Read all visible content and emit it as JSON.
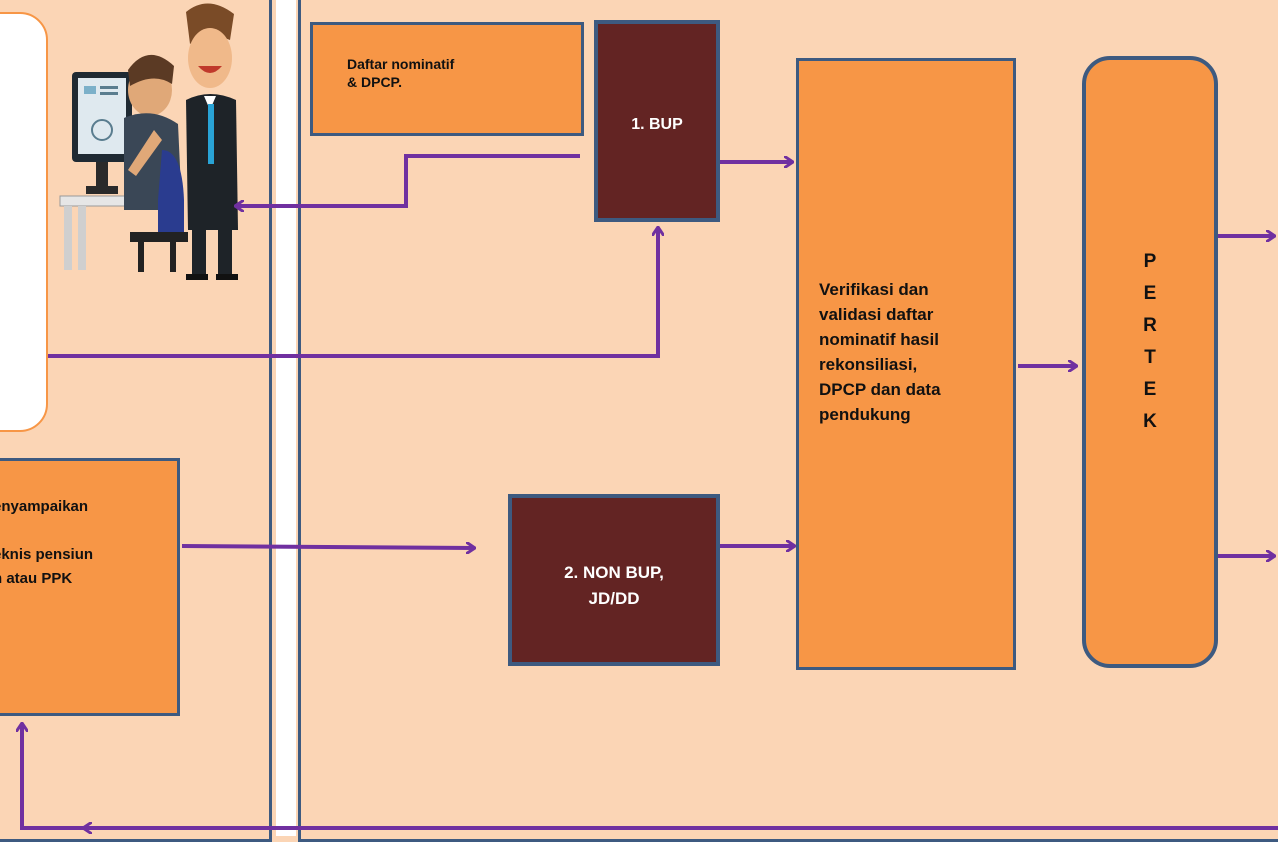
{
  "diagram": {
    "left_note_lines": [
      "enyampaikan",
      "",
      "eknis pensiun",
      "h atau PPK"
    ],
    "daftar_lines": [
      "Daftar nominatif",
      "& DPCP."
    ],
    "bup_label": "1. BUP",
    "nonbup_lines": [
      "2. NON BUP,",
      "JD/DD"
    ],
    "verif_lines": [
      "Verifikasi dan",
      "validasi daftar",
      "nominatif hasil",
      "rekonsiliasi,",
      "DPCP dan data",
      "pendukung"
    ],
    "pertek_letters": [
      "P",
      "E",
      "R",
      "T",
      "E",
      "K"
    ]
  },
  "colors": {
    "background": "#fbd5b5",
    "orange": "#f79646",
    "maroon": "#632423",
    "arrow": "#7030a0",
    "border": "#3d5a80"
  }
}
